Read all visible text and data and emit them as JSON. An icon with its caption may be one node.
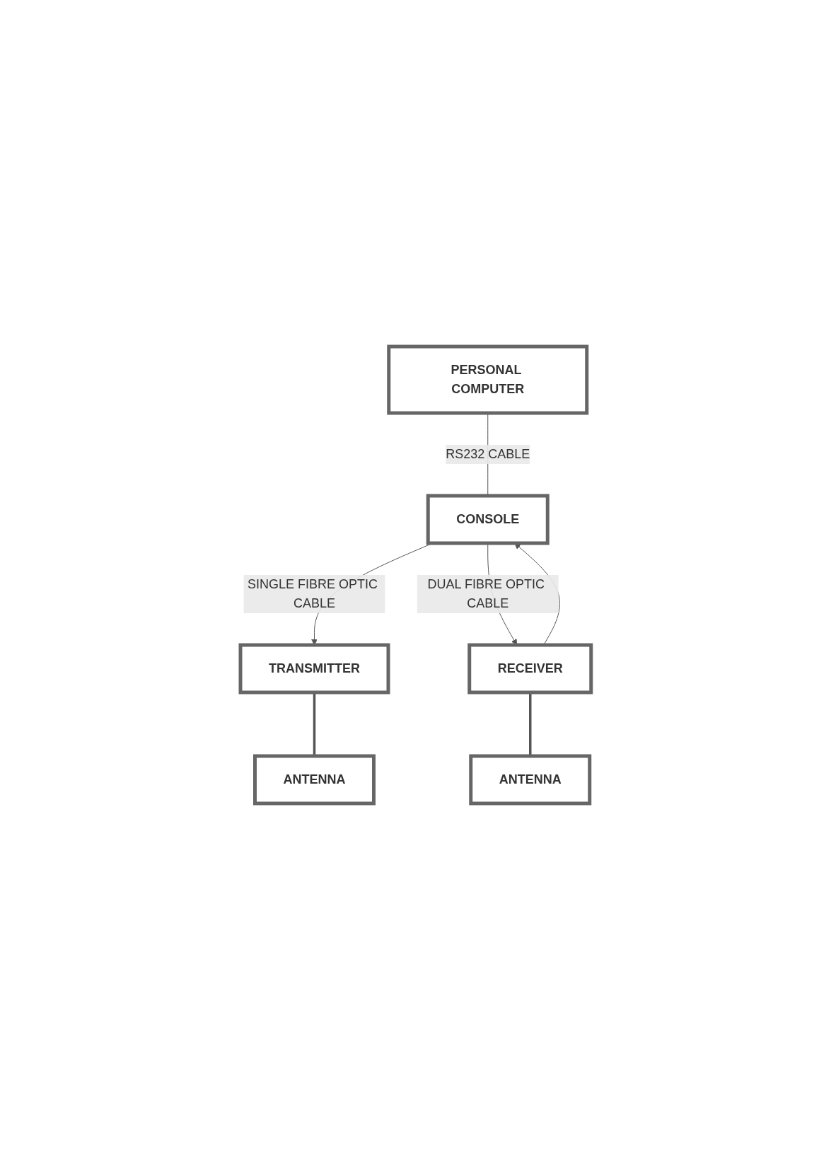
{
  "diagram": {
    "nodes": [
      {
        "text": [
          "PERSONAL COMPUTER"
        ]
      },
      {
        "text": [
          "CONSOLE"
        ]
      },
      {
        "text": [
          "TRANSMITTER"
        ]
      },
      {
        "text": [
          "RECEIVER"
        ]
      },
      {
        "text": [
          "ANTENNA"
        ]
      },
      {
        "text": [
          "ANTENNA"
        ]
      }
    ],
    "edges": [
      {
        "from": 0,
        "to": 1,
        "arrow": "none",
        "label": "RS232 CABLE"
      },
      {
        "from": 1,
        "to": 2,
        "arrow": "to",
        "label": "SINGLE FIBRE OPTIC CABLE"
      },
      {
        "from": 1,
        "to": 3,
        "arrow": "to",
        "label": "DUAL FIBRE OPTIC CABLE"
      },
      {
        "from": 3,
        "to": 1,
        "arrow": "to"
      },
      {
        "from": 2,
        "to": 4,
        "arrow": "none",
        "style": "thick"
      },
      {
        "from": 3,
        "to": 5,
        "arrow": "none",
        "style": "thick"
      }
    ]
  }
}
